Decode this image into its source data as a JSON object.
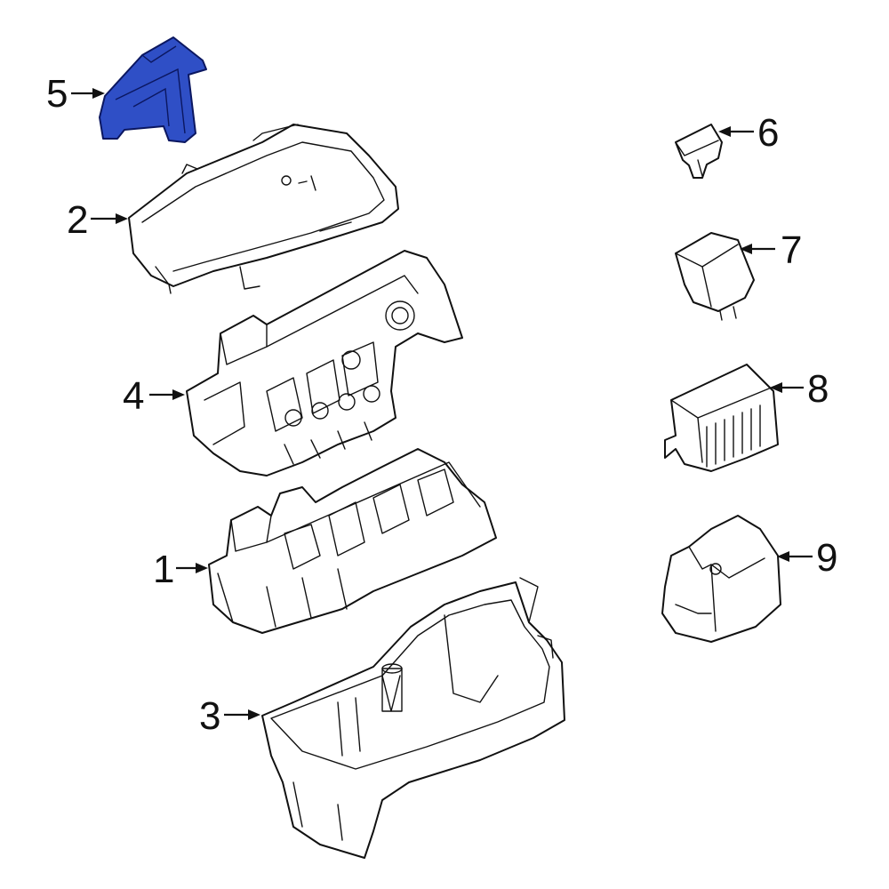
{
  "callouts": [
    {
      "id": "1",
      "label": "1"
    },
    {
      "id": "2",
      "label": "2"
    },
    {
      "id": "3",
      "label": "3"
    },
    {
      "id": "4",
      "label": "4"
    },
    {
      "id": "5",
      "label": "5"
    },
    {
      "id": "6",
      "label": "6"
    },
    {
      "id": "7",
      "label": "7"
    },
    {
      "id": "8",
      "label": "8"
    },
    {
      "id": "9",
      "label": "9"
    }
  ],
  "colors": {
    "highlight": "#2f4fc6",
    "line": "#111111",
    "background": "#ffffff"
  },
  "highlighted_part": "5"
}
